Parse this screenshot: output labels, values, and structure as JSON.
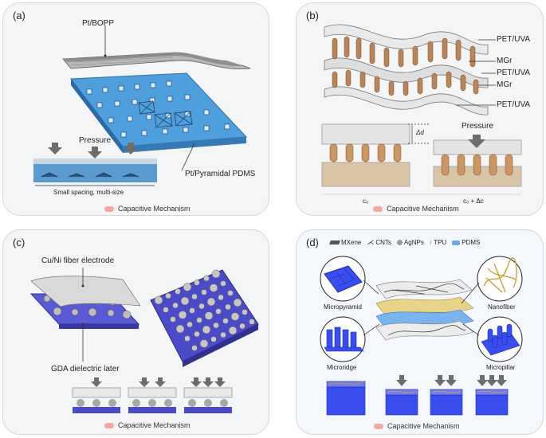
{
  "panels": {
    "a": {
      "label": "(a)",
      "top_layer": "Pt/BOPP",
      "bottom_layer": "Pt/Pyramidal PDMS",
      "pressure": "Pressure",
      "spacing_note": "Small spacing, multi-size",
      "caption": "Capacitive Mechanism"
    },
    "b": {
      "label": "(b)",
      "layers": [
        "PET/UVA",
        "MGr",
        "PET/UVA",
        "MGr",
        "PET/UVA"
      ],
      "delta_d": "Δd",
      "pressure": "Pressure",
      "c0": "c₀",
      "c0_dc": "c₀ + Δc",
      "caption": "Capacitive Mechanism"
    },
    "c": {
      "label": "(c)",
      "electrode": "Cu/Ni fiber electrode",
      "dielectric": "GDA dielectric later",
      "caption": "Capacitive Mechanism"
    },
    "d": {
      "label": "(d)",
      "legend": [
        "MXene",
        "CNTs",
        "AgNPs",
        "TPU",
        "PDMS"
      ],
      "micropyramid": "Micropyramid",
      "microridge": "Microridge",
      "nanofiber": "Nanofiber",
      "micropillar": "Micropillar",
      "caption": "Capacitive Mechanism"
    }
  }
}
